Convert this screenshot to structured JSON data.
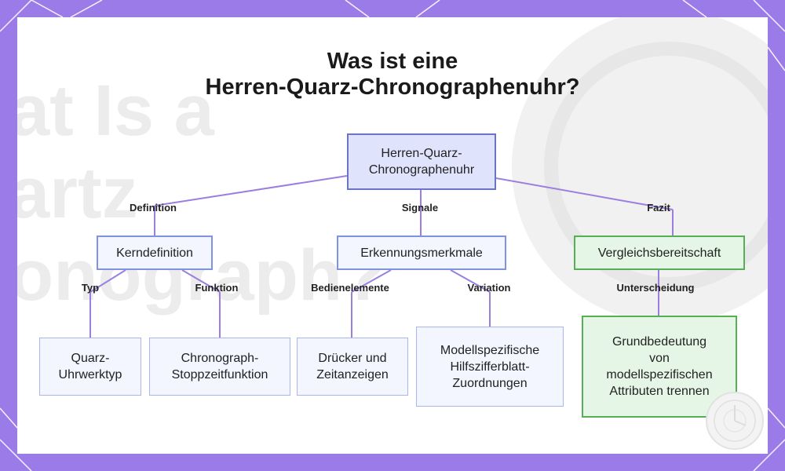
{
  "title": {
    "line1": "Was ist eine",
    "line2": "Herren-Quarz-Chronographenuhr?"
  },
  "nodes": {
    "root": {
      "l1": "Herren-Quarz-",
      "l2": "Chronographenuhr"
    },
    "kern": "Kerndefinition",
    "erkennung": "Erkennungsmerkmale",
    "vergleich": "Vergleichsbereitschaft",
    "quarz": {
      "l1": "Quarz-",
      "l2": "Uhrwerktyp"
    },
    "chrono": {
      "l1": "Chronograph-",
      "l2": "Stoppzeitfunktion"
    },
    "druecker": {
      "l1": "Drücker und",
      "l2": "Zeitanzeigen"
    },
    "modell": {
      "l1": "Modellspezifische",
      "l2": "Hilfszifferblatt-",
      "l3": "Zuordnungen"
    },
    "grund": {
      "l1": "Grundbedeutung",
      "l2": "von",
      "l3": "modellspezifischen",
      "l4": "Attributen trennen"
    }
  },
  "edges": {
    "definition": "Definition",
    "signale": "Signale",
    "fazit": "Fazit",
    "typ": "Typ",
    "funktion": "Funktion",
    "bedienelemente": "Bedienelemente",
    "variation": "Variation",
    "unterscheidung": "Unterscheidung"
  },
  "colors": {
    "frame": "#9b7be8",
    "edge": "#9b7fe0",
    "root_fill": "#dfe3fc",
    "green_border": "#55b055"
  }
}
